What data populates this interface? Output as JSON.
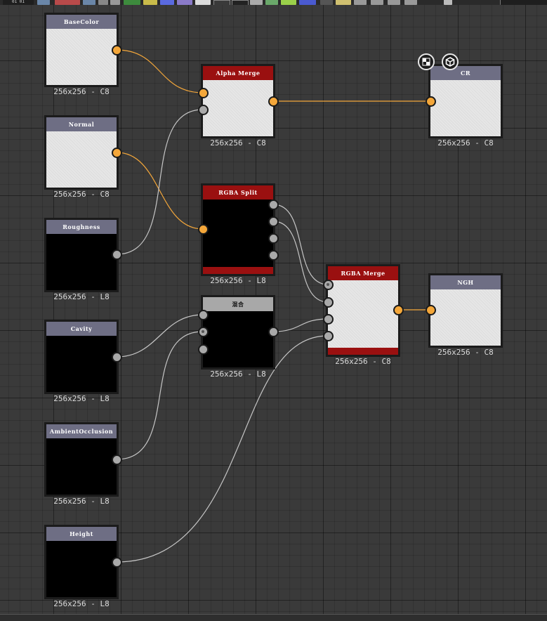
{
  "toolbar": {
    "frame_label": "01 01"
  },
  "nodes": [
    {
      "id": "basecolor",
      "name": "node-basecolor",
      "title": "BaseColor",
      "resolution": "256x256 - C8",
      "theme": "blue",
      "thumb": "light"
    },
    {
      "id": "normal",
      "name": "node-normal",
      "title": "Normal",
      "resolution": "256x256 - C8",
      "theme": "blue",
      "thumb": "light"
    },
    {
      "id": "roughness",
      "name": "node-roughness",
      "title": "Roughness",
      "resolution": "256x256 - L8",
      "theme": "blue",
      "thumb": "dark"
    },
    {
      "id": "cavity",
      "name": "node-cavity",
      "title": "Cavity",
      "resolution": "256x256 - L8",
      "theme": "blue",
      "thumb": "dark"
    },
    {
      "id": "ao",
      "name": "node-ambient-occlusion",
      "title": "AmbientOcclusion",
      "resolution": "256x256 - L8",
      "theme": "blue",
      "thumb": "dark"
    },
    {
      "id": "height",
      "name": "node-height",
      "title": "Height",
      "resolution": "256x256 - L8",
      "theme": "blue",
      "thumb": "dark"
    },
    {
      "id": "alphamerge",
      "name": "node-alpha-merge",
      "title": "Alpha Merge",
      "resolution": "256x256 - C8",
      "theme": "red",
      "thumb": "light"
    },
    {
      "id": "rgbasplit",
      "name": "node-rgba-split",
      "title": "RGBA Split",
      "resolution": "256x256 - L8",
      "theme": "red",
      "thumb": "dark"
    },
    {
      "id": "blend",
      "name": "node-blend",
      "title": "混合",
      "resolution": "256x256 - L8",
      "theme": "gray",
      "thumb": "dark"
    },
    {
      "id": "rgbamerge",
      "name": "node-rgba-merge",
      "title": "RGBA Merge",
      "resolution": "256x256 - C8",
      "theme": "red",
      "thumb": "light"
    },
    {
      "id": "cr",
      "name": "node-cr-output",
      "title": "CR",
      "resolution": "256x256 - C8",
      "theme": "blue",
      "thumb": "light"
    },
    {
      "id": "ngh",
      "name": "node-ngh-output",
      "title": "NGH",
      "resolution": "256x256 - C8",
      "theme": "blue",
      "thumb": "light"
    }
  ],
  "colors": {
    "wire_color": "#f4a73a",
    "wire_gray": "#c6c6c6",
    "node_title_blue": "#6e6e84",
    "node_title_red": "#9a1010",
    "node_title_gray": "#a8a8a8",
    "socket_color": "#f4a73a",
    "socket_gray": "#a9a9a9"
  },
  "icons": {
    "overlay_1": "checker-icon",
    "overlay_2": "cube-icon"
  }
}
